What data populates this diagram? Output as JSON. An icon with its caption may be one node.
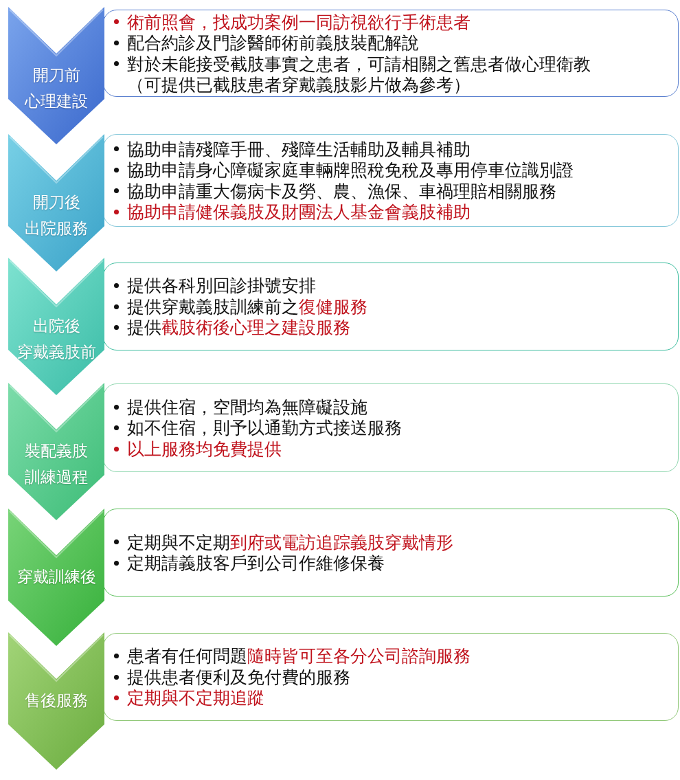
{
  "diagram": {
    "nodes": [
      {
        "text": [
          "開刀前心理建設"
        ]
      },
      {
        "text": [
          "術前照會，找成功案例一同訪視欲行手術患者",
          "配合約診及門診醫師術前義肢裝配解說",
          "對於未能接受截肢事實之患者，可請相關之舊患者做心理衛教（可提供已截肢患者穿戴義肢影片做為參考）"
        ]
      },
      {
        "text": [
          "開刀後出院服務"
        ]
      },
      {
        "text": [
          "協助申請殘障手冊、殘障生活輔助及輔具補助",
          "協助申請身心障礙家庭車輛牌照稅免稅及專用停車位識別證",
          "協助申請重大傷病卡及勞、農、漁保、車禍理賠相關服務",
          "協助申請健保義肢及財團法人基金會義肢補助"
        ]
      },
      {
        "text": [
          "出院後穿戴義肢前"
        ]
      },
      {
        "text": [
          "提供各科別回診掛號安排",
          "提供穿戴義肢訓練前之復健服務",
          "提供截肢術後心理之建設服務"
        ]
      },
      {
        "text": [
          "裝配義肢訓練過程"
        ]
      },
      {
        "text": [
          "提供住宿，空間均為無障礙設施",
          "如不住宿，則予以通勤方式接送服務",
          "以上服務均免費提供"
        ]
      },
      {
        "text": [
          "穿戴訓練後"
        ]
      },
      {
        "text": [
          "定期與不定期到府或電訪追踪義肢穿戴情形",
          "定期請義肢客戶到公司作維修保養"
        ]
      },
      {
        "text": [
          "售後服務"
        ]
      },
      {
        "text": [
          "患者有任何問題隨時皆可至各分公司諮詢服務",
          "提供患者便利及免付費的服務",
          "定期與不定期追蹤"
        ]
      }
    ]
  }
}
